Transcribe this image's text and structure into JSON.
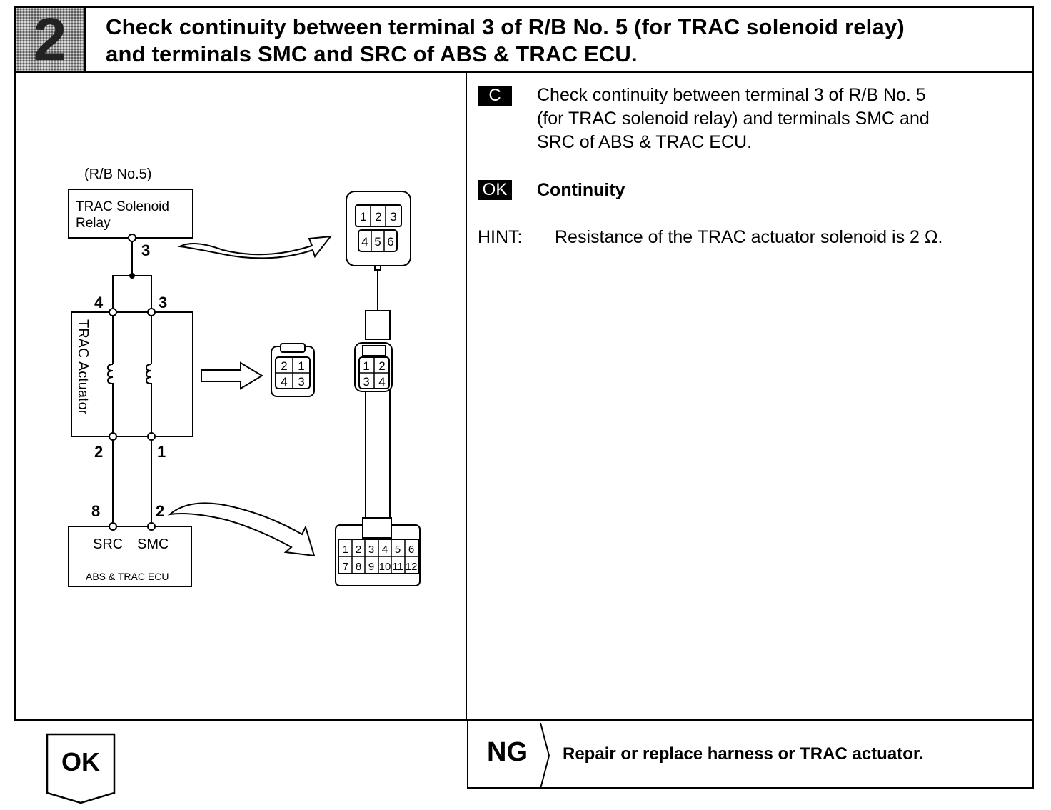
{
  "header": {
    "step_number": "2",
    "title_line1": "Check continuity between terminal 3 of R/B No. 5 (for TRAC solenoid relay)",
    "title_line2": "and terminals SMC and SRC of ABS & TRAC ECU."
  },
  "diagram": {
    "rb_label": "(R/B No.5)",
    "relay_label_line1": "TRAC Solenoid",
    "relay_label_line2": "Relay",
    "relay_terminal": "3",
    "actuator_label": "TRAC Actuator",
    "actuator_terminals_top": [
      "4",
      "3"
    ],
    "actuator_terminals_bottom": [
      "2",
      "1"
    ],
    "ecu_terminals": [
      "8",
      "2"
    ],
    "ecu_pin_labels": [
      "SRC",
      "SMC"
    ],
    "ecu_label": "ABS & TRAC ECU",
    "relay_connector_pins": [
      "1",
      "2",
      "3",
      "4",
      "5",
      "6"
    ],
    "actuator_connector_pins": [
      "2",
      "1",
      "4",
      "3"
    ],
    "harness_connector_pins": [
      "1",
      "2",
      "3",
      "4"
    ],
    "ecu_connector_pins": [
      "1",
      "2",
      "3",
      "4",
      "5",
      "6",
      "7",
      "8",
      "9",
      "10",
      "11",
      "12"
    ]
  },
  "instructions": {
    "check_badge": "C",
    "check_text_lines": [
      "Check continuity between terminal 3 of R/B No. 5",
      "(for TRAC solenoid relay) and terminals SMC and",
      "SRC of ABS & TRAC ECU."
    ],
    "ok_badge": "OK",
    "ok_text": "Continuity",
    "hint_label": "HINT:",
    "hint_text": "Resistance of the TRAC actuator solenoid is 2 Ω."
  },
  "result": {
    "ok_label": "OK",
    "ng_label": "NG",
    "ng_action": "Repair or replace harness or TRAC actuator."
  }
}
